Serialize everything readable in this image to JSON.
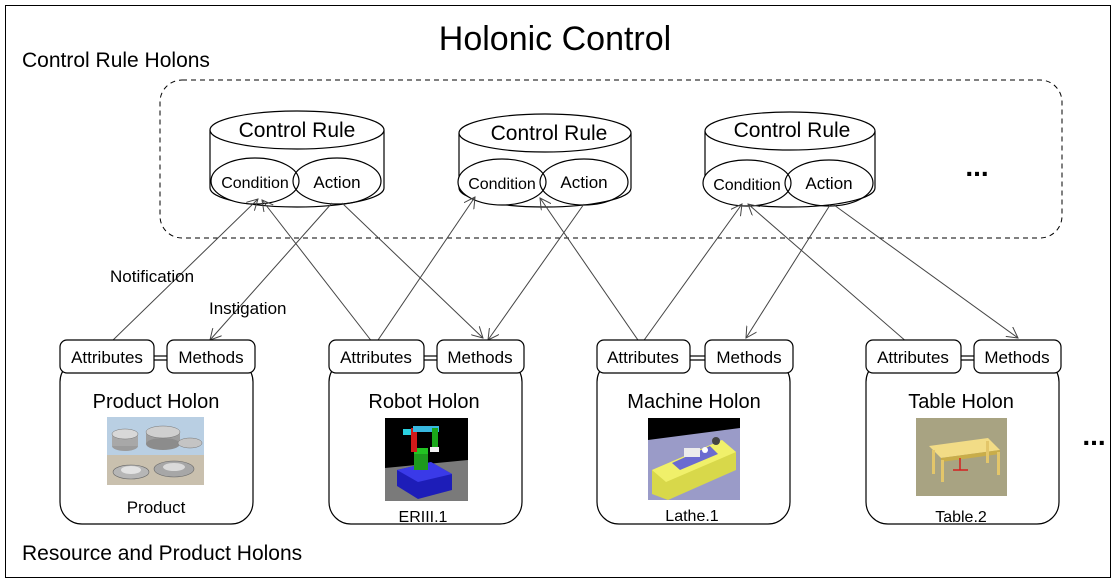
{
  "title": "Holonic Control",
  "control_section_label": "Control Rule Holons",
  "resource_section_label": "Resource and Product Holons",
  "control_rules": [
    {
      "title": "Control Rule",
      "condition": "Condition",
      "action": "Action"
    },
    {
      "title": "Control Rule",
      "condition": "Condition",
      "action": "Action"
    },
    {
      "title": "Control Rule",
      "condition": "Condition",
      "action": "Action"
    }
  ],
  "control_rules_more": "...",
  "holons": [
    {
      "attributes": "Attributes",
      "methods": "Methods",
      "name": "Product Holon",
      "caption": "Product",
      "image": "product-photo"
    },
    {
      "attributes": "Attributes",
      "methods": "Methods",
      "name": "Robot Holon",
      "caption": "ERIII.1",
      "image": "robot-3d-model"
    },
    {
      "attributes": "Attributes",
      "methods": "Methods",
      "name": "Machine Holon",
      "caption": "Lathe.1",
      "image": "lathe-3d-model"
    },
    {
      "attributes": "Attributes",
      "methods": "Methods",
      "name": "Table Holon",
      "caption": "Table.2",
      "image": "table-3d-model"
    }
  ],
  "holons_more": "...",
  "edge_labels": {
    "notification": "Notification",
    "instigation": "Instigation"
  }
}
